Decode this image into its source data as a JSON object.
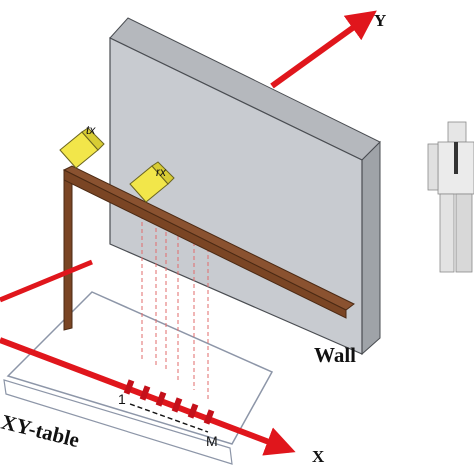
{
  "labels": {
    "y_axis": "Y",
    "x_axis": "X",
    "wall": "Wall",
    "xy_table": "XY-table",
    "tx": "tx",
    "rx": "rx",
    "start_marker": "1",
    "end_marker": "M"
  },
  "colors": {
    "axis_arrow": "#e0161c",
    "wall_front": "#c8cbd0",
    "wall_side": "#9fa3a8",
    "wall_top": "#b5b8bd",
    "rail": "#7a4524",
    "antenna": "#f2e64a",
    "table_outline": "#8d96a8",
    "dashed_lines": "#e26b6b"
  },
  "icons": {
    "person": "person-figure-icon",
    "antenna_tx": "antenna-tx-icon",
    "antenna_rx": "antenna-rx-icon"
  }
}
